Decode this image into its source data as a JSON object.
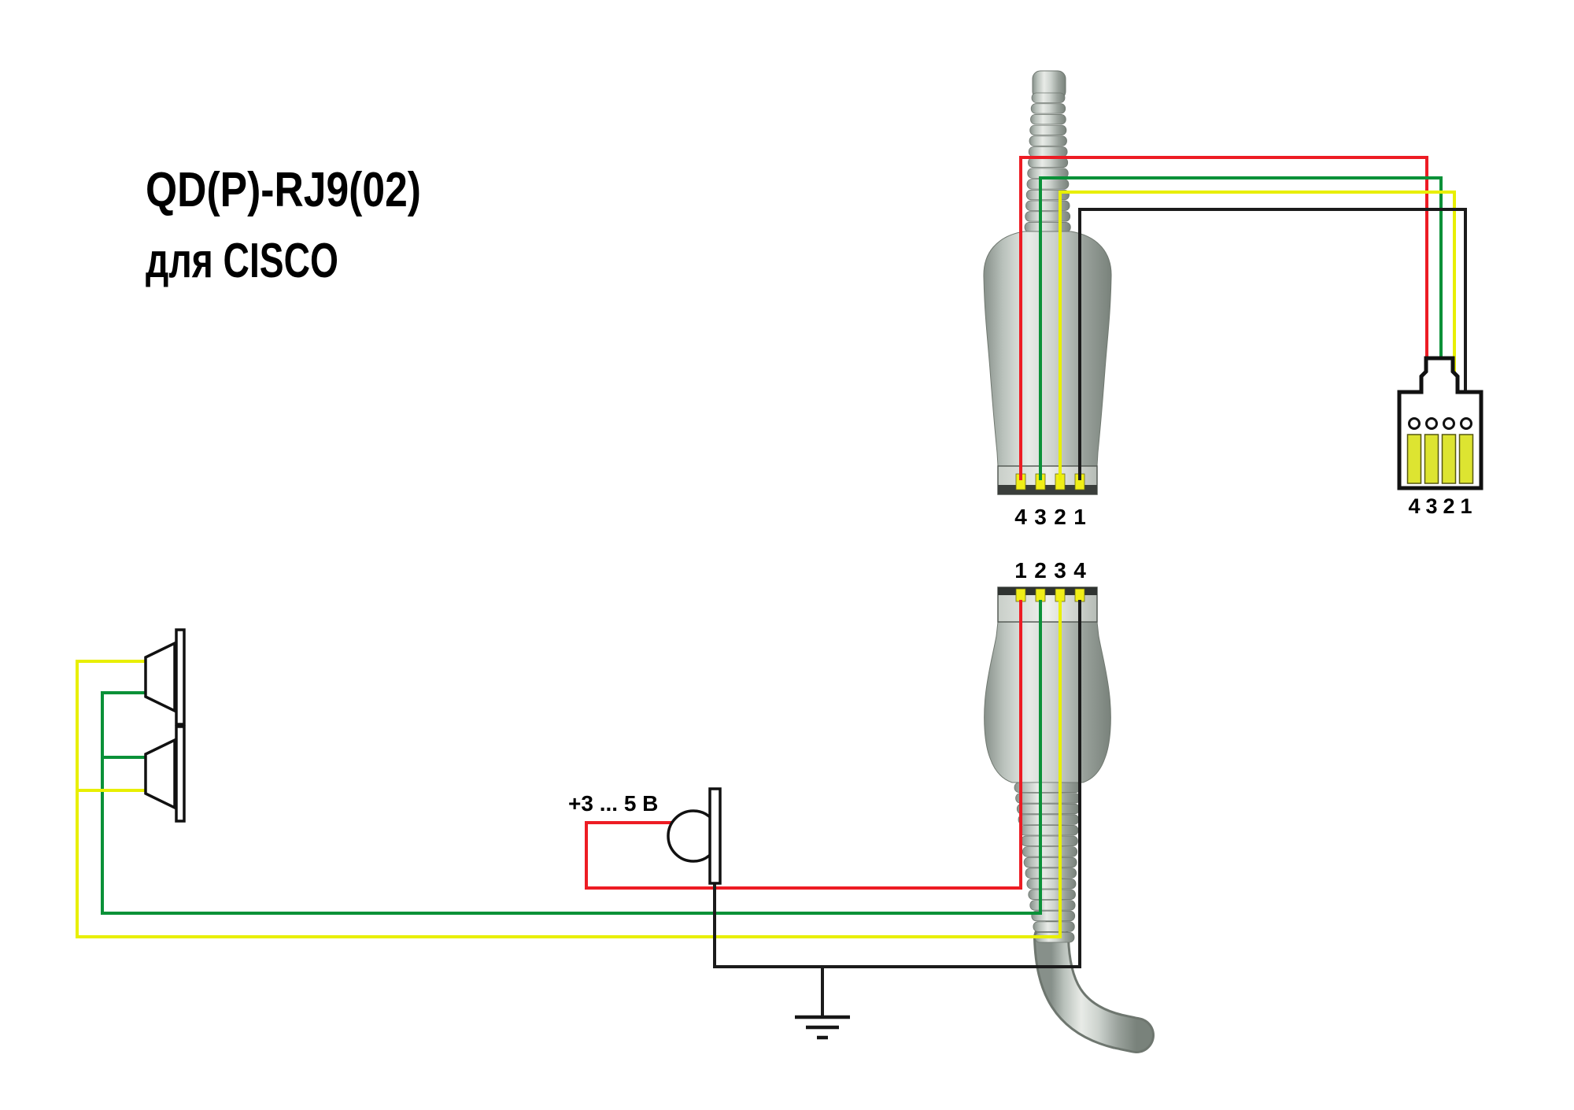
{
  "title": {
    "line1": "QD(P)-RJ9(02)",
    "line2": "для CISCO"
  },
  "mic": {
    "voltage_label": "+3 ... 5 В"
  },
  "top_qd": {
    "pin_labels": [
      "4",
      "3",
      "2",
      "1"
    ]
  },
  "bottom_qd": {
    "pin_labels": [
      "1",
      "2",
      "3",
      "4"
    ]
  },
  "rj9": {
    "pin_labels": [
      "4",
      "3",
      "2",
      "1"
    ]
  },
  "colors": {
    "wire_red": "#ed1c24",
    "wire_green": "#0a9138",
    "wire_yellow": "#e8ef00",
    "wire_black": "#1b1b1b",
    "qd_contact_yellow": "#f0ee17",
    "rj9_pin_yellow": "#dde431",
    "connector_outline": "#111111"
  }
}
